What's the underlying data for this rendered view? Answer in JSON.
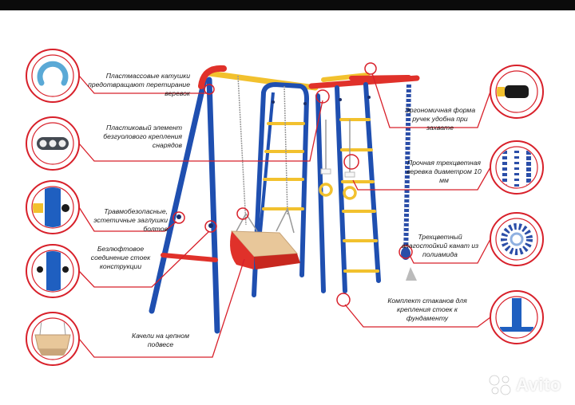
{
  "labels": {
    "plastic_reels": "Пластмассовые катушки предотвращают перетирание веревок",
    "plastic_element": "Пластиковый элемент безгуолового крепления снарядов",
    "bolt_caps": "Травмобезопасные, эстетичные заглушки болтов",
    "flangeless": "Безлюфтовое соединение стоек конструкции",
    "chain_swing": "Качели на цепном подвесе",
    "ergonomic": "Эргономичная форма ручек удобна при захвате",
    "rope": "Прочная трехцветная веревка диаметром 10 мм",
    "tricolor": "Трехцветный влагостойкий канат из полиамида",
    "cups": "Комплект стаканов для крепления стоек к фундаменту"
  },
  "colors": {
    "callout": "#d8202a",
    "frame_blue": "#1f4fb0",
    "frame_red": "#e0312a",
    "frame_yellow": "#f2c12e",
    "seat": "#e8c79a"
  },
  "watermark": {
    "text": "Avito",
    "icon": "avito-dots-icon"
  }
}
